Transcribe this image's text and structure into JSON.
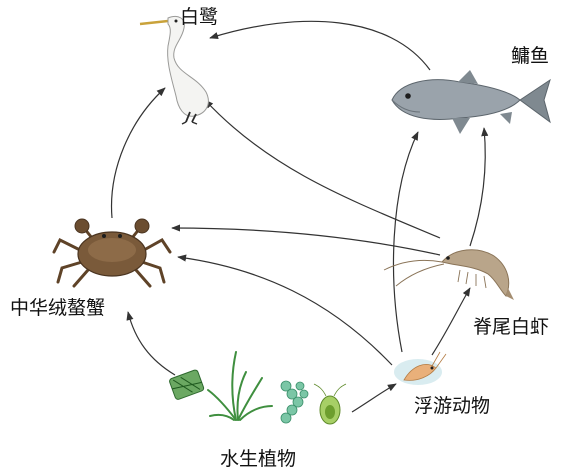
{
  "organisms": {
    "egret": "白鹭",
    "bighead_carp": "鳙鱼",
    "crab": "中华绒螯蟹",
    "shrimp": "脊尾白虾",
    "zooplankton": "浮游动物",
    "aquatic_plants": "水生植物"
  },
  "food_web": [
    {
      "from": "水生植物",
      "to": "中华绒螯蟹"
    },
    {
      "from": "水生植物",
      "to": "浮游动物"
    },
    {
      "from": "浮游动物",
      "to": "脊尾白虾"
    },
    {
      "from": "浮游动物",
      "to": "鳙鱼"
    },
    {
      "from": "浮游动物",
      "to": "中华绒螯蟹"
    },
    {
      "from": "脊尾白虾",
      "to": "鳙鱼"
    },
    {
      "from": "脊尾白虾",
      "to": "中华绒螯蟹"
    },
    {
      "from": "脊尾白虾",
      "to": "白鹭"
    },
    {
      "from": "中华绒螯蟹",
      "to": "白鹭"
    },
    {
      "from": "鳙鱼",
      "to": "白鹭"
    }
  ],
  "colors": {
    "arrow": "#333333",
    "fish_body": "#9aa3ab",
    "crab_body": "#7a5a3a",
    "shrimp_body": "#b9a58a",
    "plant_green": "#3f8f3f"
  }
}
